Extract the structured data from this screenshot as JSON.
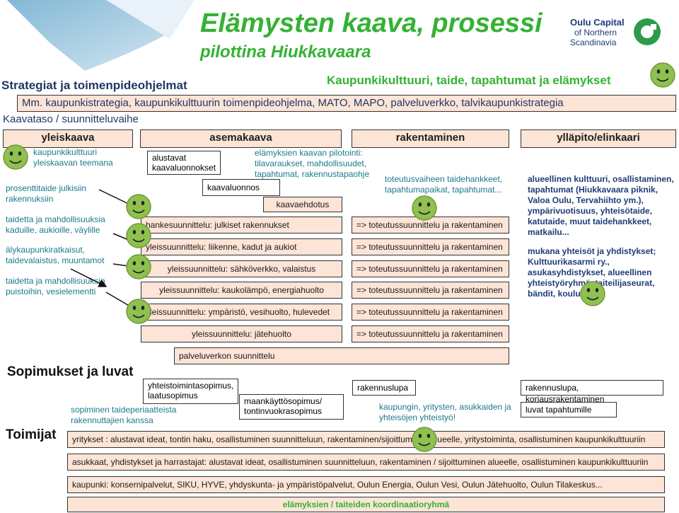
{
  "header": {
    "title": "Elämysten kaava, prosessi",
    "subtitle": "pilottina Hiukkavaara",
    "logo_line1": "Oulu Capital",
    "logo_line2": "of Northern",
    "logo_line3": "Scandinavia",
    "strategy_label": "Strategiat ja toimenpideohjelmat",
    "culture_label": "Kaupunkikulttuuri, taide, tapahtumat ja elämykset",
    "strategy_box": "Mm. kaupunkistrategia, kaupunkikulttuurin toimenpideohjelma, MATO, MAPO, palveluverkko, talvikaupunkistrategia",
    "level_label": "Kaavataso / suunnitteluvaihe"
  },
  "columns": {
    "yleiskaava": "yleiskaava",
    "asemakaava": "asemakaava",
    "rakentaminen": "rakentaminen",
    "yllapito": "ylläpito/elinkaari"
  },
  "left_notes": {
    "theme": "kaupunkikulttuuri yleiskaavan teemana",
    "percent": "prosenttitaide julkisiin rakennuksiin",
    "streets": "taidetta ja mahdollisuuksia kaduille, aukioille, väylille",
    "smart": "älykaupunkiratkaisut, taidevalaistus, muuntamot",
    "parks": "taidetta ja mahdollisuuksia puistoihin, vesielementti"
  },
  "asema": {
    "alustavat": "alustavat kaavaluonnokset",
    "pilot": "elämyksien kaavan pilotointi: tilavaraukset, mahdollisuudet, tapahtumat, rakennustapaohje",
    "luonnos": "kaavaluonnos",
    "ehdotus": "kaavaehdotus"
  },
  "rakentaminen_note": "toteutusvaiheen taidehankkeet, tapahtumapaikat, tapahtumat...",
  "yllapito_note1": "alueellinen kulttuuri, osallistaminen, tapahtumat (Hiukkavaara piknik, Valoa Oulu, Tervahiihto ym.), ympärivuotisuus, yhteisötaide, katutaide, muut taidehankkeet, matkailu...",
  "yllapito_note2": "mukana yhteisöt ja yhdistykset; Kulttuurikasarmi ry., asukasyhdistykset, alueellinen yhteistyöryhmä, taiteilijaseurat, bändit, koulut...",
  "plans": [
    "hankesuunnittelu: julkiset rakennukset",
    "yleissuunnittelu: liikenne, kadut ja aukiot",
    "yleissuunnittelu: sähköverkko, valaistus",
    "yleissuunnittelu: kaukolämpö, energiahuolto",
    "yleissuunnittelu: ympäristö, vesihuolto, hulevedet",
    "yleissuunnittelu: jätehuolto"
  ],
  "toteutus": "=> toteutussuunnittelu ja rakentaminen",
  "palveluverkko": "palveluverkon suunnittelu",
  "sopimukset": {
    "label": "Sopimukset ja luvat",
    "yhteistoiminta": "yhteistoimintasopimus, laatusopimus",
    "maankaytto": "maankäyttösopimus/ tontinvuokrasopimus",
    "taideperiaatteet": "sopiminen taideperiaatteista rakennuttajien kanssa",
    "rakennuslupa": "rakennuslupa",
    "kaupungin": "kaupungin, yritysten, asukkaiden ja yhteisöjen yhteistyö!",
    "rakennuslupa2": "rakennuslupa, korjausrakentaminen",
    "luvat": "luvat tapahtumille"
  },
  "toimijat": {
    "label": "Toimijat",
    "yritykset": "yritykset : alustavat ideat, tontin haku, osallistuminen suunnitteluun, rakentaminen/sijoittuminen alueelle, yritystoiminta, osallistuminen kaupunkikulttuuriin",
    "asukkaat": "asukkaat, yhdistykset ja harrastajat: alustavat ideat, osallistuminen suunnitteluun, rakentaminen / sijoittuminen alueelle, osallistuminen kaupunkikulttuuriin",
    "kaupunki": "kaupunki: konsernipalvelut, SIKU, HYVE, yhdyskunta- ja ympäristöpalvelut, Oulun Energia, Oulun Vesi, Oulun Jätehuolto, Oulun Tilakeskus...",
    "koordinaatio": "elämyksien / taiteiden koordinaatioryhmä"
  },
  "colors": {
    "box_fill": "#fce4d6",
    "title_green": "#33b233",
    "smiley": "#8fc050",
    "teal_text": "#1a7a8a"
  }
}
